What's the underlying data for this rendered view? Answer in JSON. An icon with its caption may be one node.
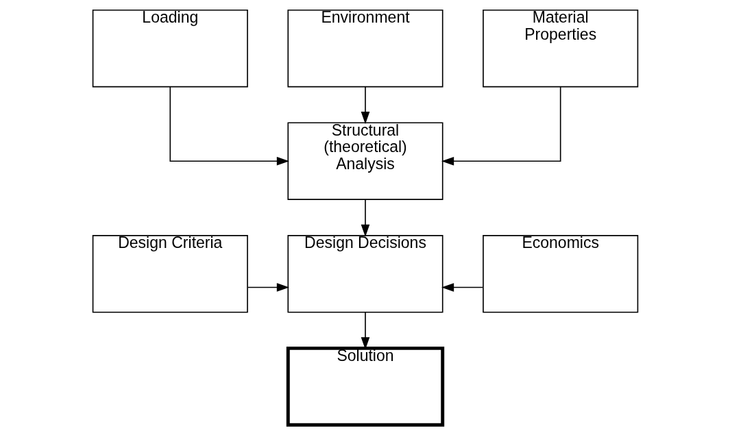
{
  "diagram": {
    "nodes": [
      {
        "text": [
          "Loading"
        ]
      },
      {
        "text": [
          "Environment"
        ]
      },
      {
        "text": [
          "Material Properties"
        ]
      },
      {
        "text": [
          "Structural (theoretical) Analysis"
        ]
      },
      {
        "text": [
          "Design Criteria"
        ]
      },
      {
        "text": [
          "Design Decisions"
        ]
      },
      {
        "text": [
          "Economics"
        ]
      },
      {
        "text": [
          "Solution"
        ]
      }
    ],
    "edges": [
      {
        "from": 0,
        "to": 3,
        "arrow": "to"
      },
      {
        "from": 1,
        "to": 3,
        "arrow": "to"
      },
      {
        "from": 2,
        "to": 3,
        "arrow": "to"
      },
      {
        "from": 3,
        "to": 5,
        "arrow": "to"
      },
      {
        "from": 4,
        "to": 5,
        "arrow": "to"
      },
      {
        "from": 6,
        "to": 5,
        "arrow": "to"
      },
      {
        "from": 5,
        "to": 7,
        "arrow": "to"
      }
    ]
  }
}
